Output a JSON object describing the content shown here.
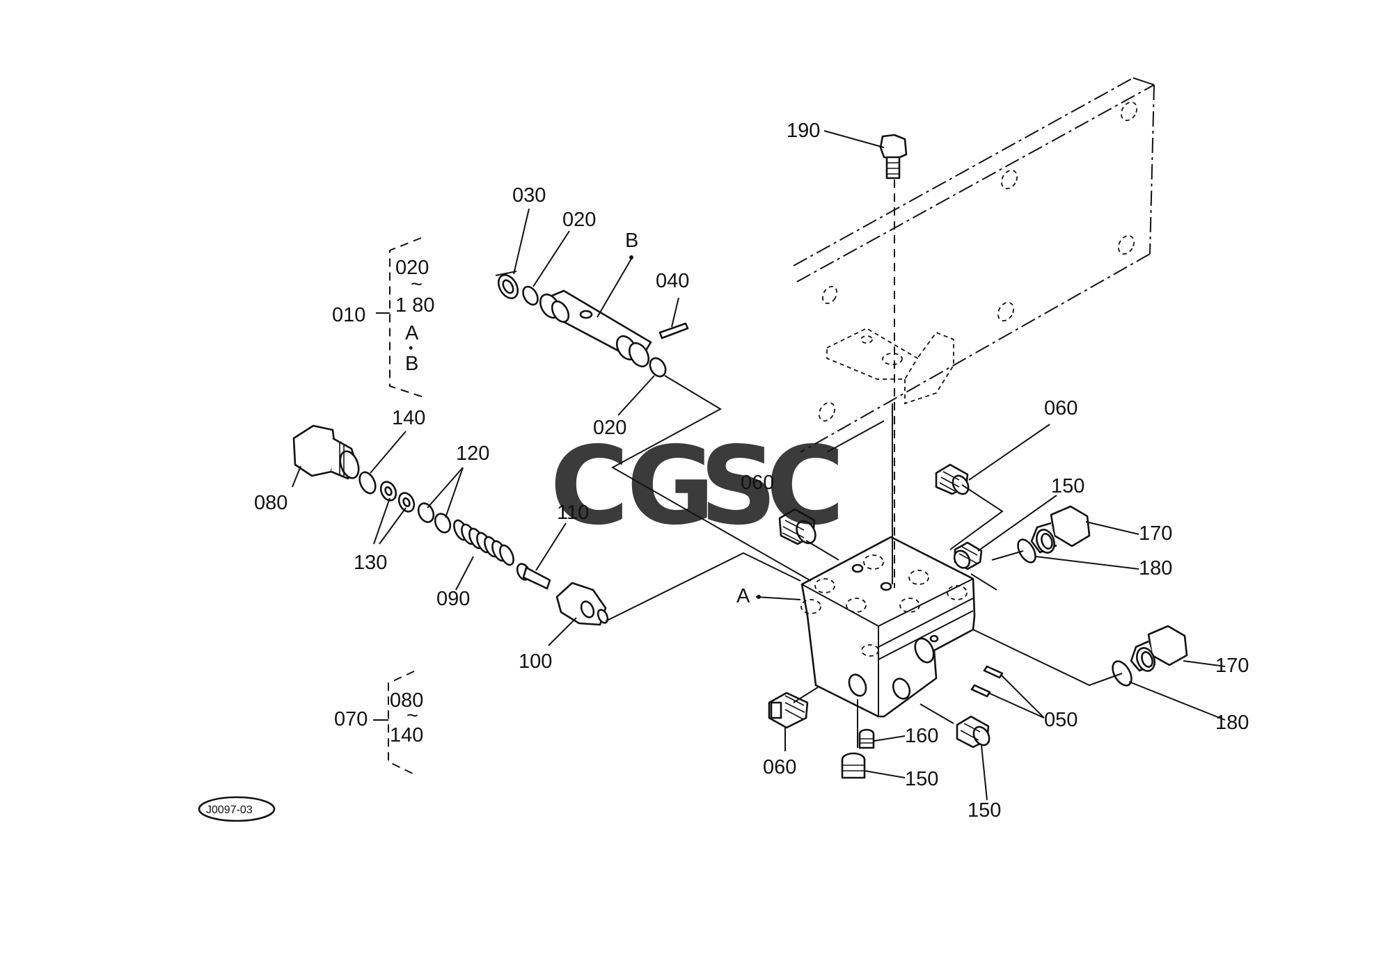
{
  "diagram": {
    "drawing_code": "J0097-03",
    "watermark": {
      "letters": [
        "C",
        "G",
        "S",
        "C"
      ],
      "colors": [
        "#5B8DEF",
        "#EE6F64",
        "#F6CE4B",
        "#54B37F"
      ]
    },
    "sets": {
      "s010": {
        "id": "010",
        "from": "020",
        "tilde": "~",
        "to": "1 80",
        "a": "A",
        "dot": "•",
        "b": "B"
      },
      "s070": {
        "id": "070",
        "from": "080",
        "tilde": "~",
        "to": "140"
      }
    },
    "labels": {
      "p190": "190",
      "p030": "030",
      "p020_top": "020",
      "pB": "B",
      "p040": "040",
      "p020_bot": "020",
      "p140": "140",
      "p120": "120",
      "p080": "080",
      "p130": "130",
      "p090": "090",
      "p110": "110",
      "p100": "100",
      "p060_right": "060",
      "p060_mid": "060",
      "p150_top": "150",
      "p170_top": "170",
      "p180_top": "180",
      "pA": "A",
      "p170_bot": "170",
      "p180_bot": "180",
      "p050": "050",
      "p160": "160",
      "p060_bot": "060",
      "p150_mid": "150",
      "p150_bot": "150"
    }
  }
}
